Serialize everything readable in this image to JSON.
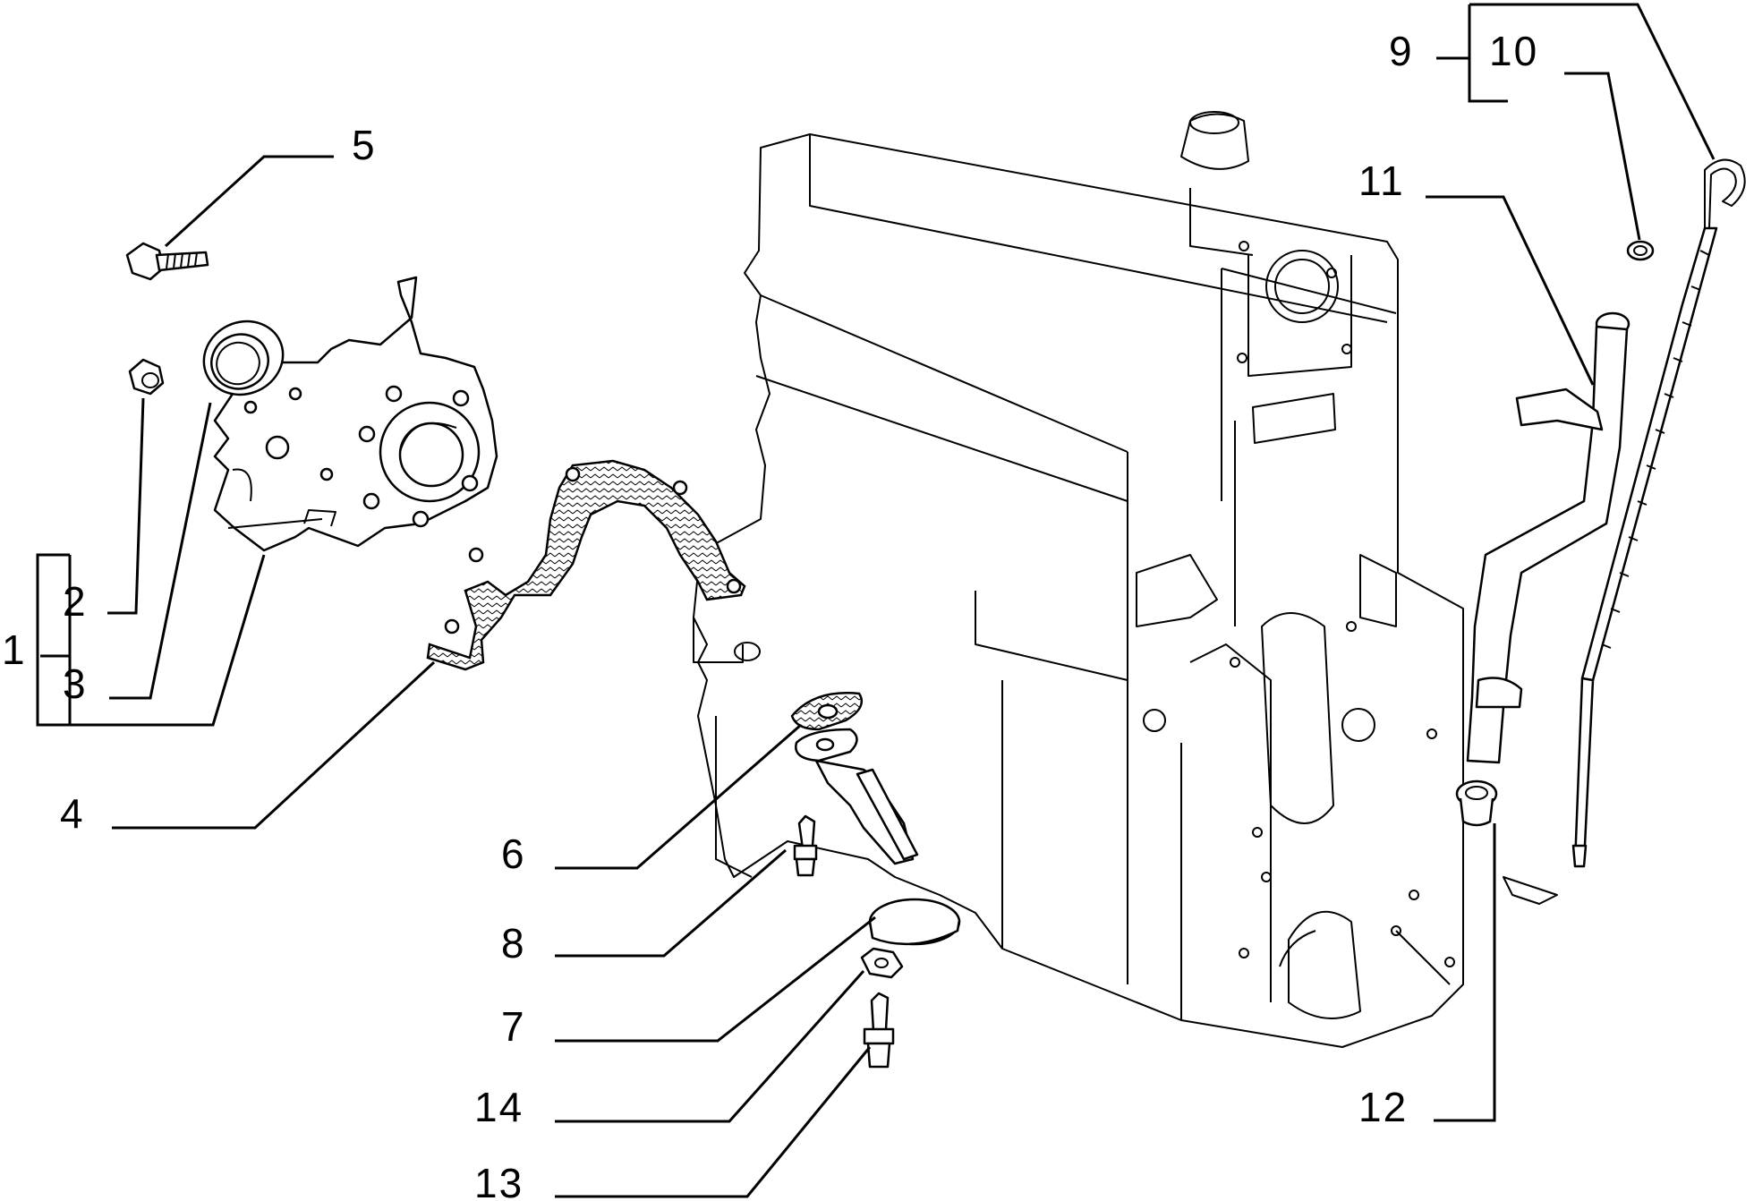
{
  "diagram": {
    "labels": {
      "l1": "1",
      "l2": "2",
      "l3": "3",
      "l4": "4",
      "l5": "5",
      "l6": "6",
      "l7": "7",
      "l8": "8",
      "l9": "9",
      "l10": "10",
      "l11": "11",
      "l12": "12",
      "l13": "13",
      "l14": "14"
    }
  }
}
